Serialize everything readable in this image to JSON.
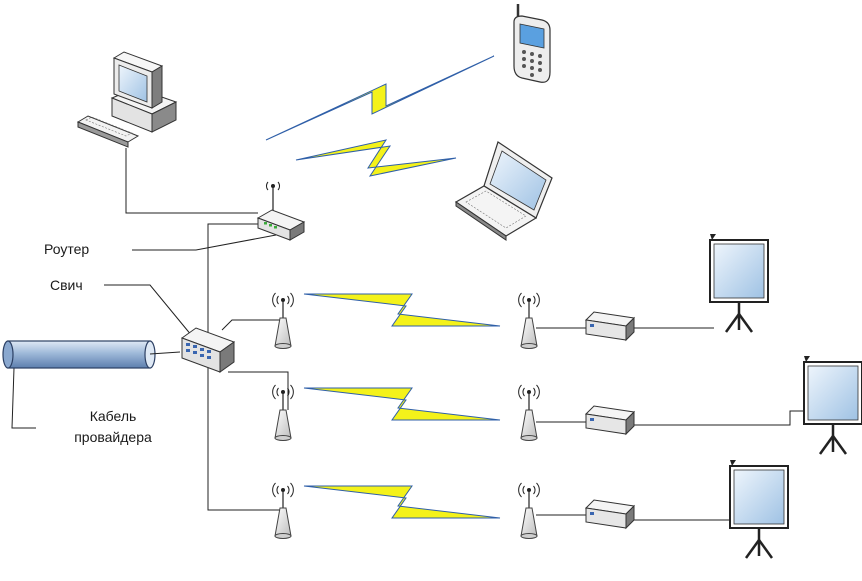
{
  "labels": {
    "router": "Роутер",
    "switch": "Свич",
    "cable_line1": "Кабель",
    "cable_line2": "провайдера"
  },
  "colors": {
    "wire": "#222222",
    "bolt_fill": "#f4f21a",
    "bolt_edge": "#2f5fa8",
    "cable_fill": "#9fb9d9",
    "device_light": "#f2f2f2",
    "device_dark": "#6e6e6e",
    "screen": "#d6e6f4"
  },
  "icons": [
    "desktop-computer-icon",
    "mobile-phone-icon",
    "laptop-icon",
    "wireless-router-icon",
    "network-switch-icon",
    "antenna-icon",
    "set-top-box-icon",
    "projection-screen-icon",
    "provider-cable-icon",
    "wireless-link-icon"
  ]
}
